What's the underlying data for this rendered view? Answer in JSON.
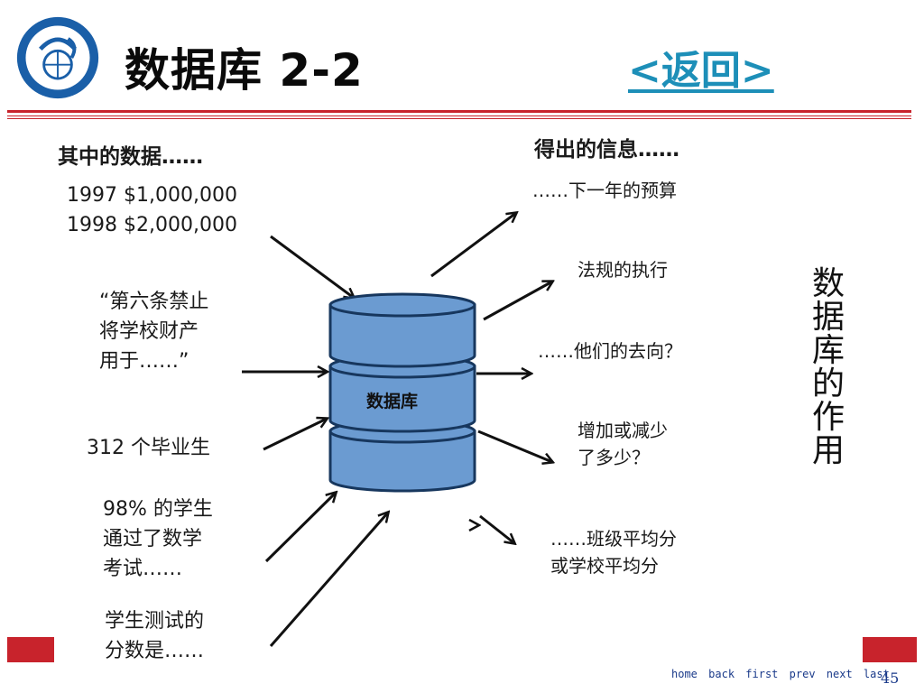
{
  "header": {
    "title": "数据库 2-2",
    "back_link": "<返回>"
  },
  "left_column": {
    "heading": "其中的数据……",
    "items": [
      "1997 $1,000,000\n1998 $2,000,000",
      "“第六条禁止\n将学校财产\n用于……”",
      "312 个毕业生",
      "98% 的学生\n通过了数学\n考试……",
      "学生测试的\n分数是……"
    ]
  },
  "center": {
    "label": "数据库"
  },
  "right_column": {
    "heading": "得出的信息……",
    "items": [
      "……下一年的预算",
      "法规的执行",
      "……他们的去向？",
      "增加或减少\n了多少？",
      "……班级平均分\n或学校平均分"
    ]
  },
  "side_title": [
    "数",
    "据",
    "库",
    "的",
    "作",
    "用"
  ],
  "footer": {
    "nav": [
      "home",
      "back",
      "first",
      "prev",
      "next",
      "last"
    ],
    "page_number": "45"
  },
  "colors": {
    "accent_red": "#c8232c",
    "link_blue": "#1d8fb8",
    "cylinder_fill": "#6b9bd1",
    "cylinder_dark": "#17375e"
  }
}
